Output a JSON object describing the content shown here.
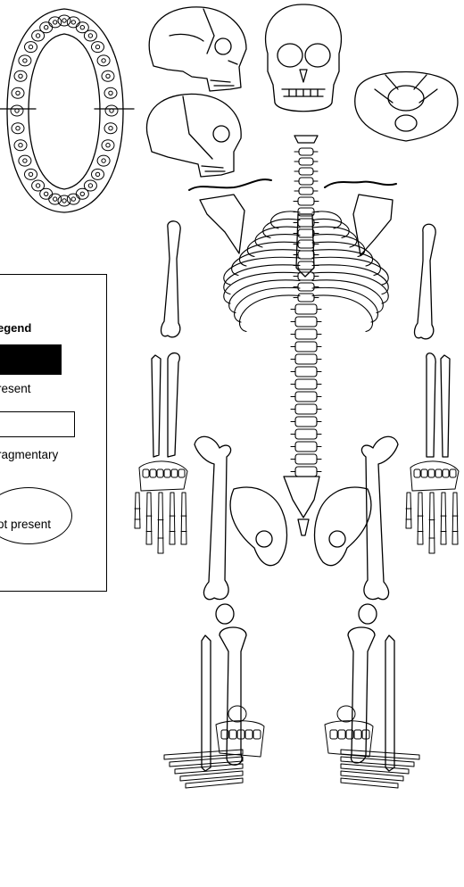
{
  "legend": {
    "title": "egend",
    "present_label": "resent",
    "fragmentary_label": "ragmentary",
    "not_present_label": "ot present"
  },
  "colors": {
    "ink": "#000000",
    "paper": "#ffffff"
  }
}
